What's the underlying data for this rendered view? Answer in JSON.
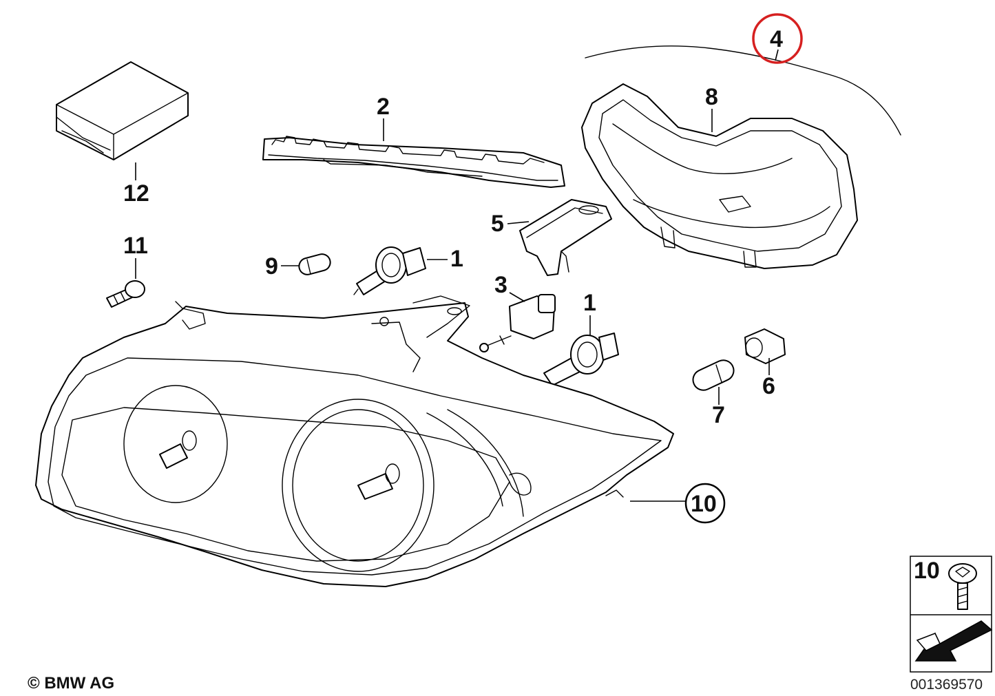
{
  "diagram": {
    "callouts": {
      "c1a": "1",
      "c1b": "1",
      "c2": "2",
      "c3": "3",
      "c4": "4",
      "c5": "5",
      "c6": "6",
      "c7": "7",
      "c8": "8",
      "c9": "9",
      "c10": "10",
      "c11": "11",
      "c12": "12"
    },
    "highlight_color": "#d62020",
    "highlighted_part": "4"
  },
  "legend": {
    "number": "10"
  },
  "footer": {
    "copyright": "© BMW AG",
    "code": "001369570"
  }
}
